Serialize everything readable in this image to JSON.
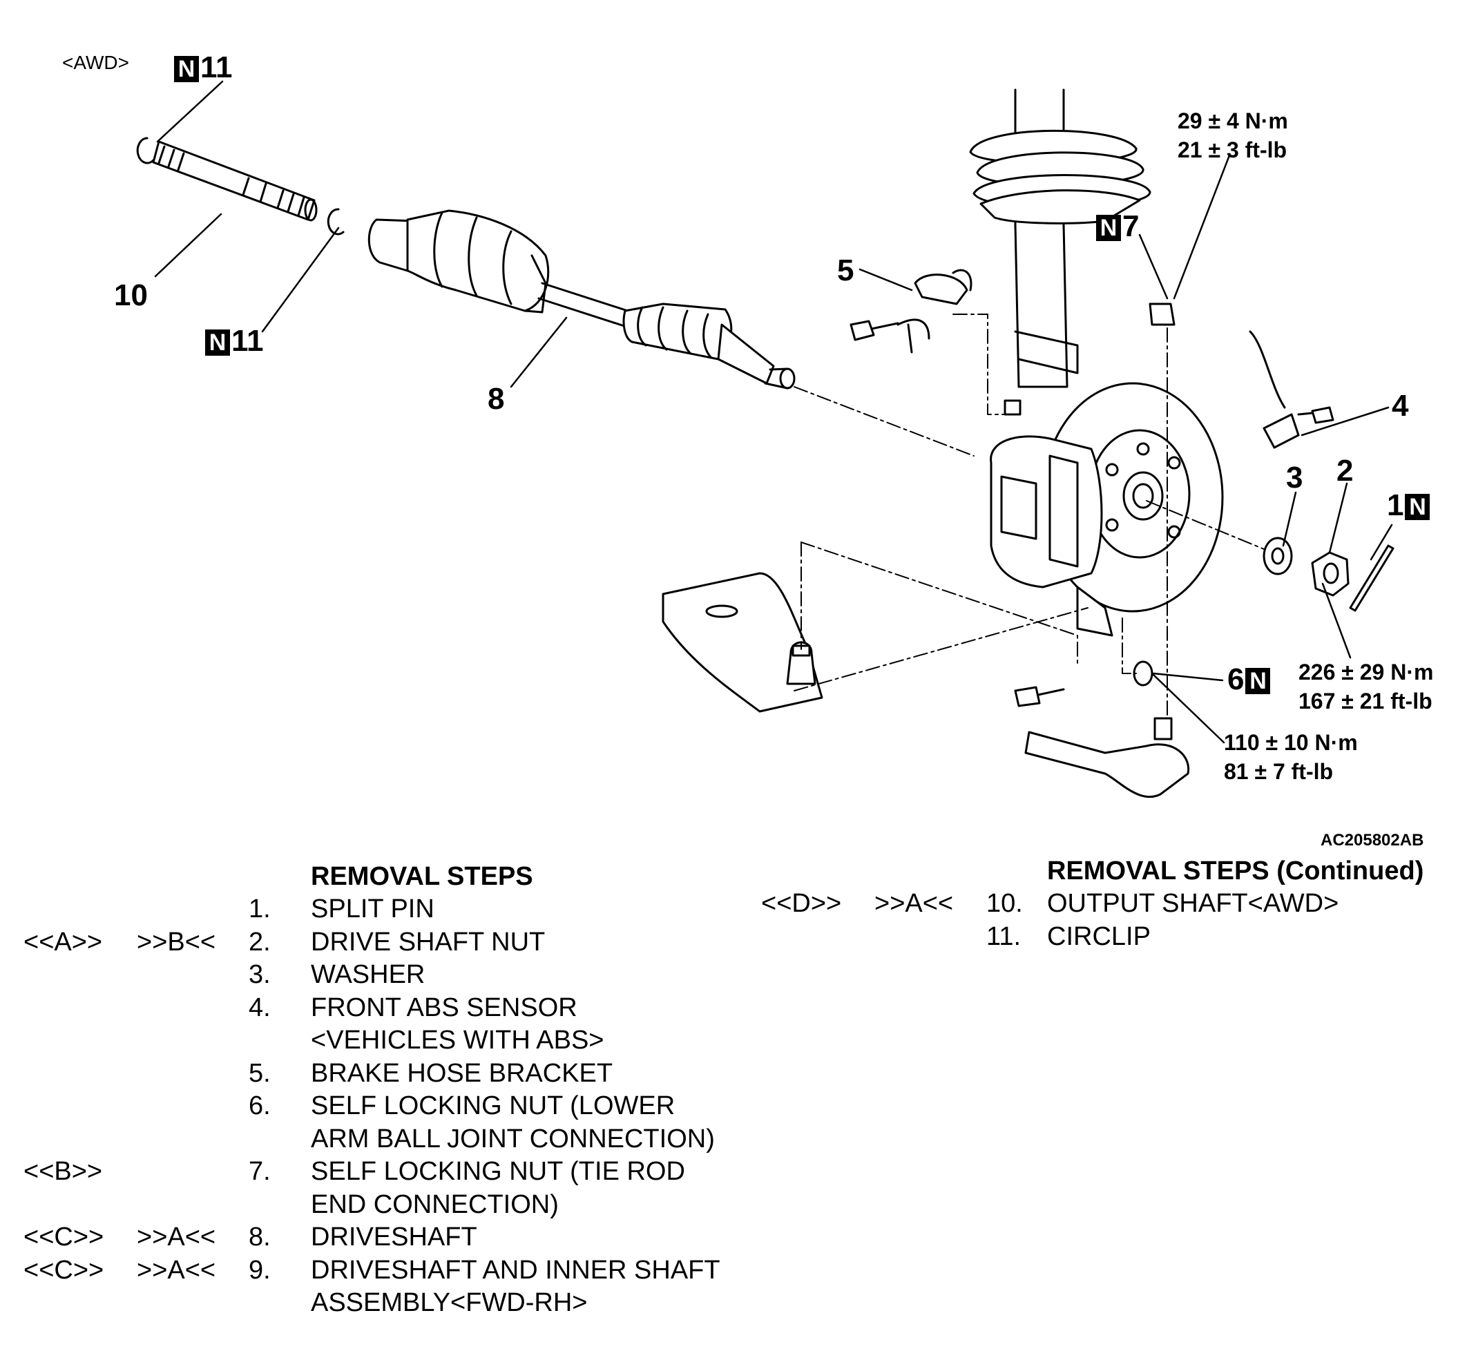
{
  "callouts": {
    "awd_tag": "<AWD>",
    "n_symbol": "N",
    "c11a": "11",
    "c10": "10",
    "c11b": "11",
    "c8": "8",
    "c5": "5",
    "c7": "7",
    "c4": "4",
    "c3": "3",
    "c2": "2",
    "c1": "1",
    "c6": "6"
  },
  "torques": {
    "t7_nm": "29 ± 4 N·m",
    "t7_ftlb": "21 ± 3 ft-lb",
    "t2_nm": "226 ± 29 N·m",
    "t2_ftlb": "167 ± 21 ft-lb",
    "t6_nm": "110 ± 10 N·m",
    "t6_ftlb": "81 ± 7 ft-lb"
  },
  "figure_id": "AC205802AB",
  "steps": {
    "title": "REMOVAL STEPS",
    "title_continued": "REMOVAL STEPS (Continued)",
    "left": [
      {
        "ref1": "",
        "ref2": "",
        "num": "1.",
        "text": "SPLIT PIN"
      },
      {
        "ref1": "<<A>>",
        "ref2": ">>B<<",
        "num": "2.",
        "text": "DRIVE SHAFT NUT"
      },
      {
        "ref1": "",
        "ref2": "",
        "num": "3.",
        "text": "WASHER"
      },
      {
        "ref1": "",
        "ref2": "",
        "num": "4.",
        "text": "FRONT ABS SENSOR"
      },
      {
        "ref1": "",
        "ref2": "",
        "num": "",
        "text": "<VEHICLES WITH ABS>"
      },
      {
        "ref1": "",
        "ref2": "",
        "num": "5.",
        "text": "BRAKE HOSE BRACKET"
      },
      {
        "ref1": "",
        "ref2": "",
        "num": "6.",
        "text": "SELF LOCKING NUT (LOWER"
      },
      {
        "ref1": "",
        "ref2": "",
        "num": "",
        "text": "ARM BALL JOINT CONNECTION)"
      },
      {
        "ref1": "<<B>>",
        "ref2": "",
        "num": "7.",
        "text": "SELF LOCKING NUT (TIE ROD"
      },
      {
        "ref1": "",
        "ref2": "",
        "num": "",
        "text": "END CONNECTION)"
      },
      {
        "ref1": "<<C>>",
        "ref2": ">>A<<",
        "num": "8.",
        "text": "DRIVESHAFT"
      },
      {
        "ref1": "<<C>>",
        "ref2": ">>A<<",
        "num": "9.",
        "text": "DRIVESHAFT AND INNER SHAFT"
      },
      {
        "ref1": "",
        "ref2": "",
        "num": "",
        "text": "ASSEMBLY<FWD-RH>"
      }
    ],
    "right": [
      {
        "ref1": "<<D>>",
        "ref2": ">>A<<",
        "num": "10.",
        "text": "OUTPUT SHAFT<AWD>"
      },
      {
        "ref1": "",
        "ref2": "",
        "num": "11.",
        "text": "CIRCLIP"
      }
    ]
  }
}
